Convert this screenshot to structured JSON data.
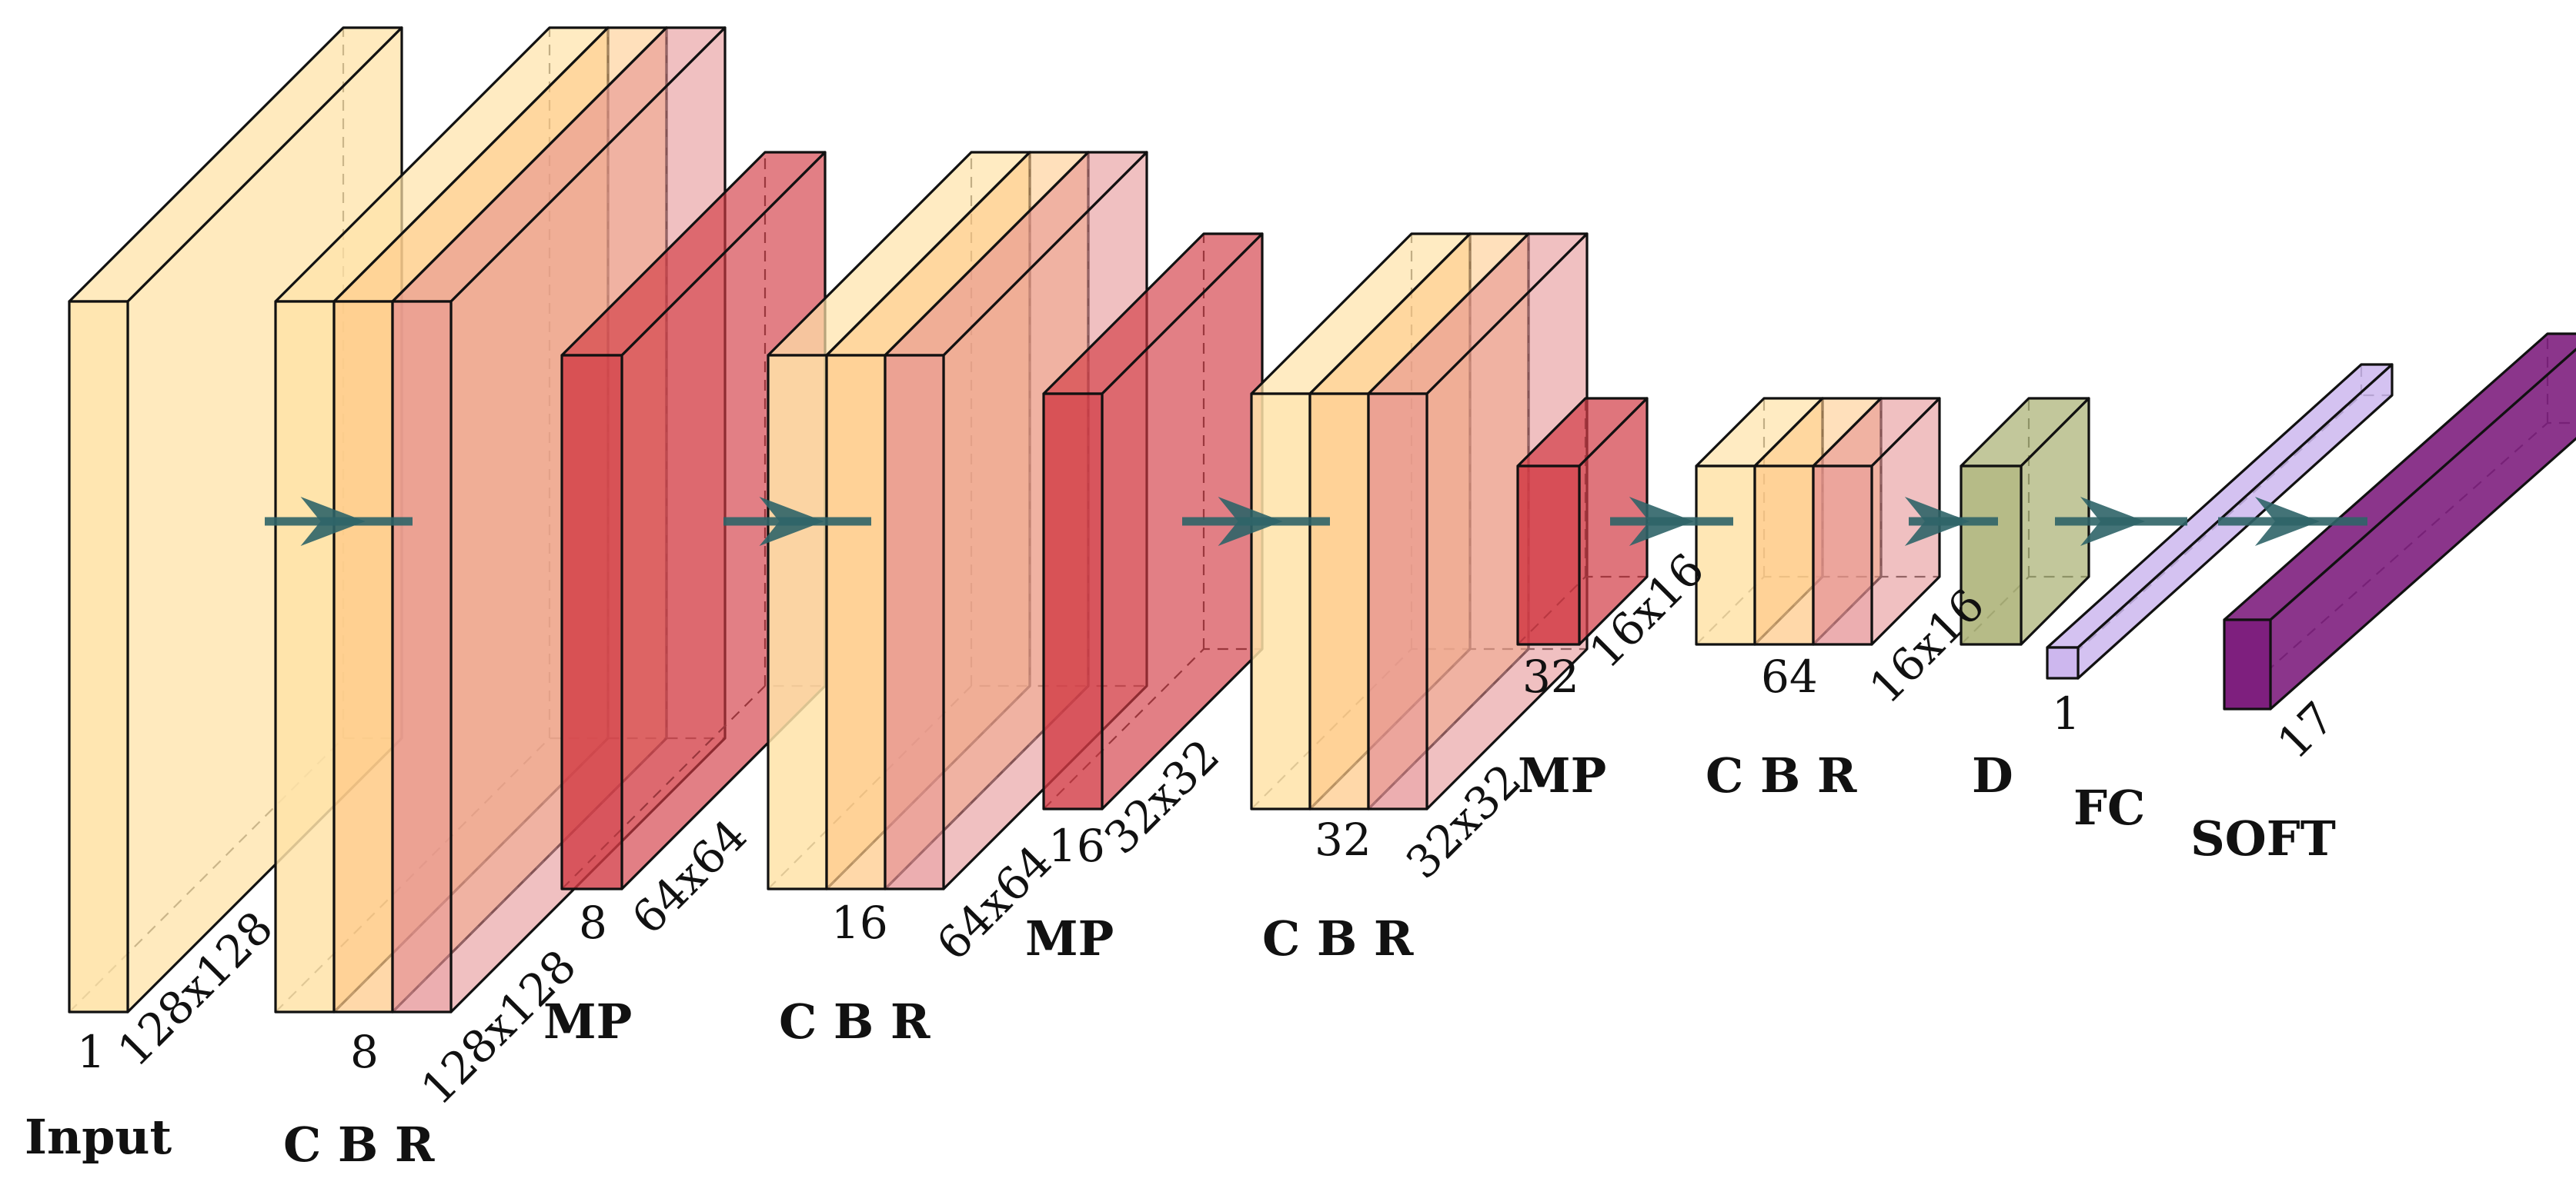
{
  "colors": {
    "conv": "#FFE3A8",
    "batchnorm": "#FFC784",
    "relu": "#E48C8E",
    "relu_tint": "#E7B0C8",
    "maxpool": "#D23A44",
    "dropout": "#AEB47A",
    "fc": "#CDB7EE",
    "softmax": "#7E1F7E",
    "connection": "#2F6468"
  },
  "layers": [
    {
      "kind": "input",
      "label": "Input",
      "channels": "1",
      "size": "128x128"
    },
    {
      "kind": "cbr",
      "label": "C B R",
      "channels": "8",
      "size": "128x128"
    },
    {
      "kind": "maxpool",
      "label": "MP",
      "channels": "8",
      "size": "64x64"
    },
    {
      "kind": "cbr",
      "label": "C B R",
      "channels": "16",
      "size": "64x64"
    },
    {
      "kind": "maxpool",
      "label": "MP",
      "channels": "16",
      "size": "32x32"
    },
    {
      "kind": "cbr",
      "label": "C B R",
      "channels": "32",
      "size": "32x32"
    },
    {
      "kind": "maxpool",
      "label": "MP",
      "channels": "32",
      "size": "16x16"
    },
    {
      "kind": "cbr",
      "label": "C B R",
      "channels": "64",
      "size": "16x16"
    },
    {
      "kind": "dropout",
      "label": "D"
    },
    {
      "kind": "fc",
      "label": "FC",
      "channels": "1"
    },
    {
      "kind": "softmax",
      "label": "SOFT",
      "channels": "17"
    }
  ]
}
